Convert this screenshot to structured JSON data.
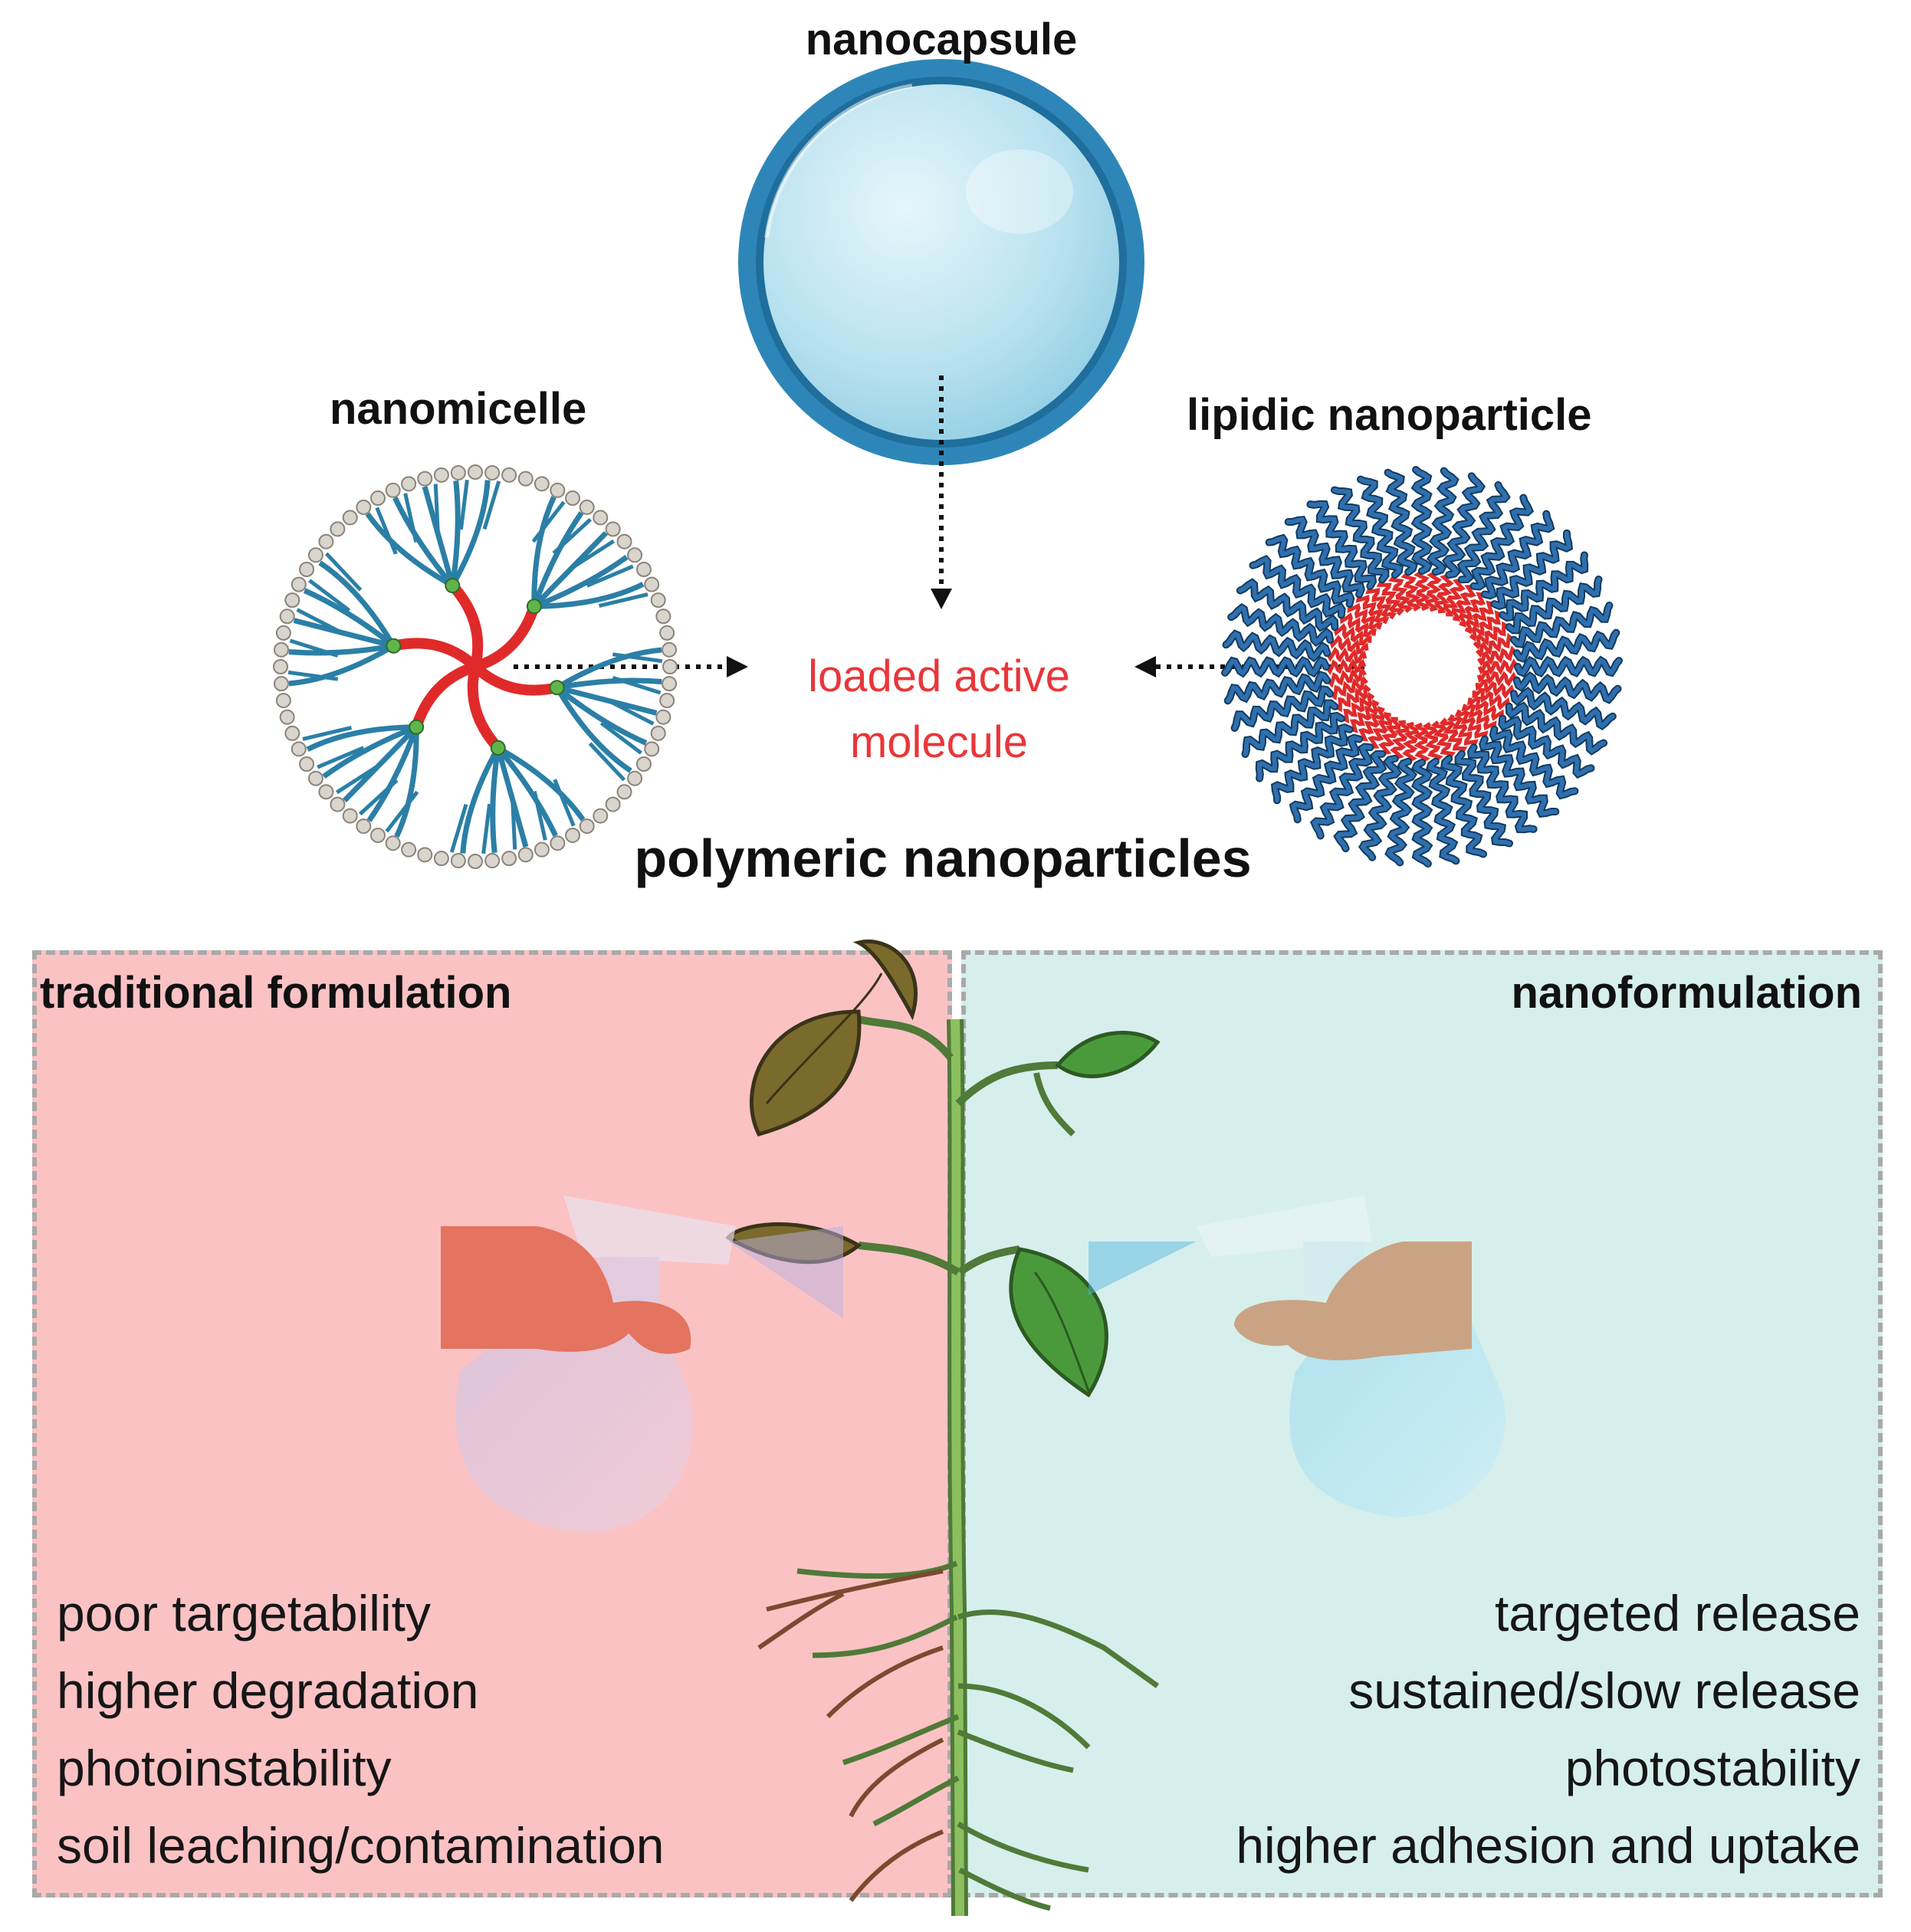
{
  "top": {
    "nanocapsule": "nanocapsule",
    "nanomicelle": "nanomicelle",
    "lipidic": "lipidic nanoparticle",
    "loaded_line1": "loaded active",
    "loaded_line2": "molecule",
    "polymeric": "polymeric nanoparticles"
  },
  "left_panel": {
    "title": "traditional formulation",
    "items": [
      "poor targetability",
      "higher degradation",
      "photoinstability",
      "soil leaching/contamination"
    ]
  },
  "right_panel": {
    "title": "nanoformulation",
    "items": [
      "targeted release",
      "sustained/slow release",
      "photostability",
      "higher adhesion and uptake"
    ]
  },
  "colors": {
    "traditional_bg": "#fbc2c4",
    "nano_bg": "#d6efec",
    "loaded_text": "#e8373a",
    "capsule_blue": "#2e86b8",
    "micelle_blue": "#2b7fa6",
    "core_red": "#e02a2a",
    "lipid_tail": "#2f6fae",
    "stem_green": "#6a9c4a",
    "dry_leaf": "#7a6a2c",
    "green_leaf": "#4a9a3c"
  }
}
